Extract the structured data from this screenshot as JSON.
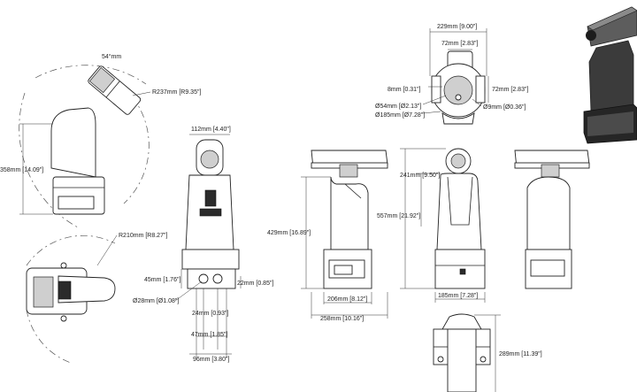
{
  "dimensions": {
    "angle_54": "54°mm",
    "r237": "R237mm [R9.35\"]",
    "h358": "358mm [14.09\"]",
    "r210": "R210mm [R8.27\"]",
    "w112": "112mm [4.40\"]",
    "d45": "45mm [1.76\"]",
    "d22": "22mm [0.85\"]",
    "dia28": "Ø28mm [Ø1.08\"]",
    "d24": "24mm [0.93\"]",
    "d47": "47mm [1.85\"]",
    "d96": "96mm [3.80\"]",
    "h429": "429mm [16.89\"]",
    "w206": "206mm [8.12\"]",
    "w258": "258mm [10.16\"]",
    "h241": "241mm [9.50\"]",
    "h557": "557mm [21.92\"]",
    "w185": "185mm [7.28\"]",
    "w229": "229mm [9.00\"]",
    "w72a": "72mm [2.83\"]",
    "d8": "8mm [0.31\"]",
    "d72b": "72mm [2.83\"]",
    "dia54": "Ø54mm [Ø2.13\"]",
    "dia9": "Ø9mm [Ø0.36\"]",
    "dia185": "Ø185mm [Ø7.28\"]",
    "h289": "289mm [11.39\"]"
  }
}
